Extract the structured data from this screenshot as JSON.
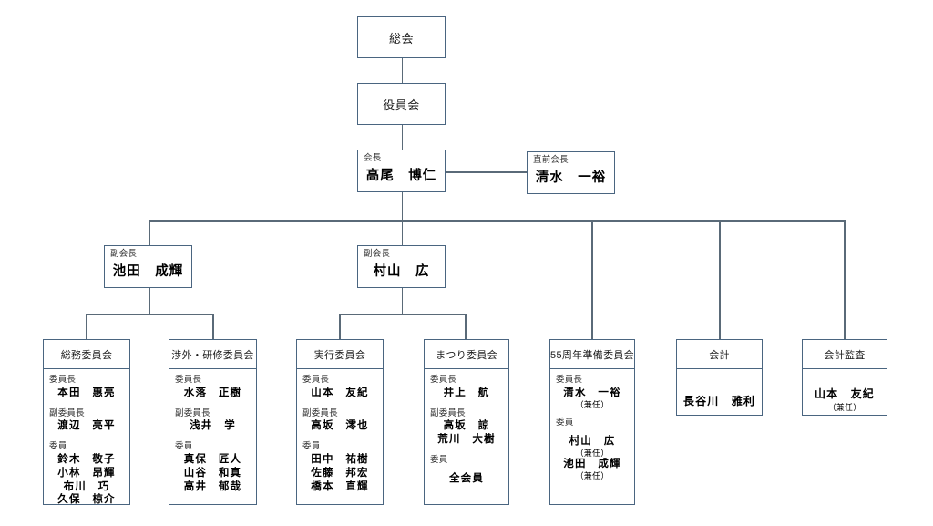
{
  "chart": {
    "type": "org-chart",
    "language": "ja",
    "line_color": "#5a6a78",
    "border_color": "#4a6580",
    "background": "#ffffff"
  },
  "top": {
    "assembly": {
      "title": "総会"
    },
    "board": {
      "title": "役員会"
    },
    "president": {
      "role": "会長",
      "name": "高尾　博仁"
    },
    "past_president": {
      "role": "直前会長",
      "name": "清水　一裕"
    }
  },
  "vice_presidents": [
    {
      "role": "副会長",
      "name": "池田　成輝"
    },
    {
      "role": "副会長",
      "name": "村山　広"
    }
  ],
  "committees": [
    {
      "title": "総務委員会",
      "groups": [
        {
          "label": "委員長",
          "names": [
            "本田　惠亮"
          ]
        },
        {
          "label": "副委員長",
          "names": [
            "渡辺　亮平"
          ]
        },
        {
          "label": "委員",
          "names": [
            "鈴木　敬子",
            "小林　昂輝",
            "布川　巧",
            "久保　椋介"
          ]
        }
      ]
    },
    {
      "title": "渉外・研修委員会",
      "groups": [
        {
          "label": "委員長",
          "names": [
            "水落　正樹"
          ]
        },
        {
          "label": "副委員長",
          "names": [
            "浅井　学"
          ]
        },
        {
          "label": "委員",
          "names": [
            "真保　匠人",
            "山谷　和真",
            "高井　郁哉"
          ]
        }
      ]
    },
    {
      "title": "実行委員会",
      "groups": [
        {
          "label": "委員長",
          "names": [
            "山本　友紀"
          ]
        },
        {
          "label": "副委員長",
          "names": [
            "高坂　澪也"
          ]
        },
        {
          "label": "委員",
          "names": [
            "田中　祐樹",
            "佐藤　邦宏",
            "橋本　直輝"
          ]
        }
      ]
    },
    {
      "title": "まつり委員会",
      "groups": [
        {
          "label": "委員長",
          "names": [
            "井上　航"
          ]
        },
        {
          "label": "副委員長",
          "names": [
            "高坂　諒",
            "荒川　大樹"
          ]
        },
        {
          "label": "委員",
          "names": [
            "全会員"
          ]
        }
      ]
    },
    {
      "title": "55周年準備委員会",
      "groups": [
        {
          "label": "委員長",
          "names": [
            "清水　一裕"
          ],
          "notes": [
            "（兼任）"
          ]
        },
        {
          "label": "委員",
          "names": [
            "村山　広",
            "池田　成輝"
          ],
          "notes": [
            "（兼任）",
            "（兼任）"
          ]
        }
      ]
    }
  ],
  "finance": [
    {
      "title": "会計",
      "name": "長谷川　雅利",
      "note": ""
    },
    {
      "title": "会計監査",
      "name": "山本　友紀",
      "note": "（兼任）"
    }
  ]
}
